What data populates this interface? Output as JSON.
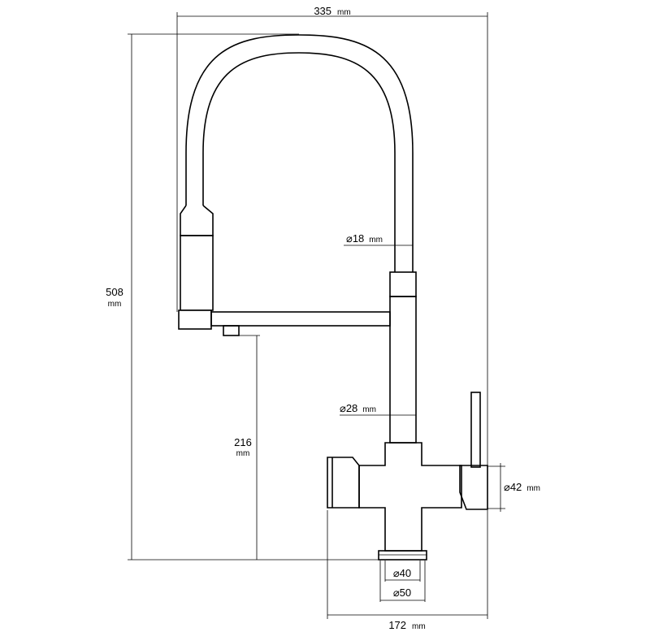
{
  "dimensions": {
    "overall_width": {
      "value": "335",
      "unit": "mm"
    },
    "overall_height": {
      "value": "508",
      "unit": "mm"
    },
    "spout_height": {
      "value": "216",
      "unit": "mm"
    },
    "hose_diameter": {
      "value": "⌀18",
      "unit": "mm"
    },
    "column_diameter": {
      "value": "⌀28",
      "unit": "mm"
    },
    "handle_diameter": {
      "value": "⌀42",
      "unit": "mm"
    },
    "base_inner_diameter": {
      "value": "⌀40"
    },
    "base_outer_diameter": {
      "value": "⌀50"
    },
    "body_width": {
      "value": "172",
      "unit": "mm"
    }
  }
}
